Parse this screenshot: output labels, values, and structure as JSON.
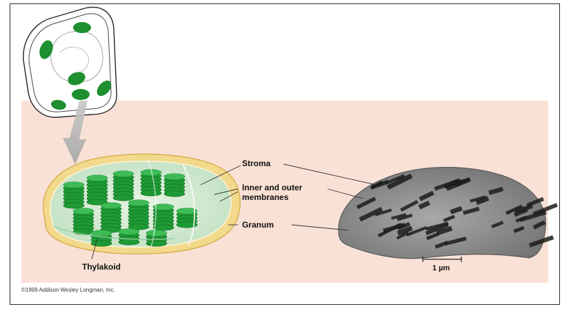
{
  "labels": {
    "stroma": "Stroma",
    "membranes_line1": "Inner and outer",
    "membranes_line2": "membranes",
    "granum": "Granum",
    "thylakoid": "Thylakoid"
  },
  "scale_bar": "1 µm",
  "credit": "©1999 Addison Wesley Longman, Inc.",
  "colors": {
    "panel": "#f9e1d6",
    "chloroplast_green": "#1e9a34",
    "envelope": "#f2d27a",
    "micrograph": "#8c8c8c"
  }
}
